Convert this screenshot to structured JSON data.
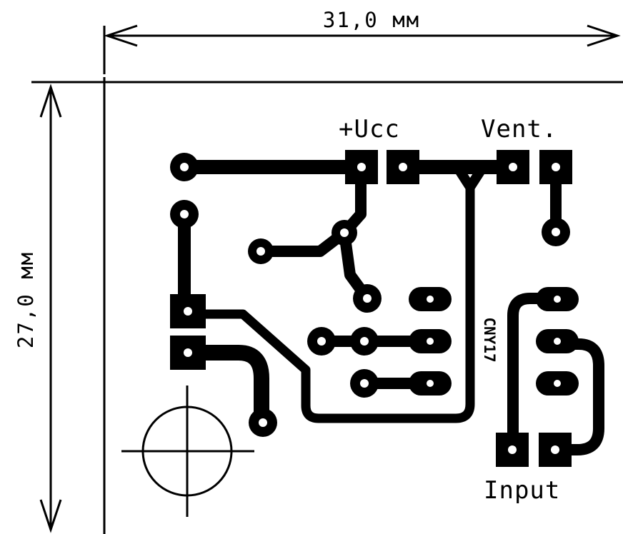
{
  "dimensions": {
    "width_label": "31,0 мм",
    "height_label": "27,0 мм"
  },
  "labels": {
    "supply": "+Ucc",
    "fan": "Vent.",
    "input": "Input",
    "chip": "CNY17"
  },
  "colors": {
    "copper": "#000000",
    "background": "#ffffff",
    "drill": "#ffffff"
  }
}
